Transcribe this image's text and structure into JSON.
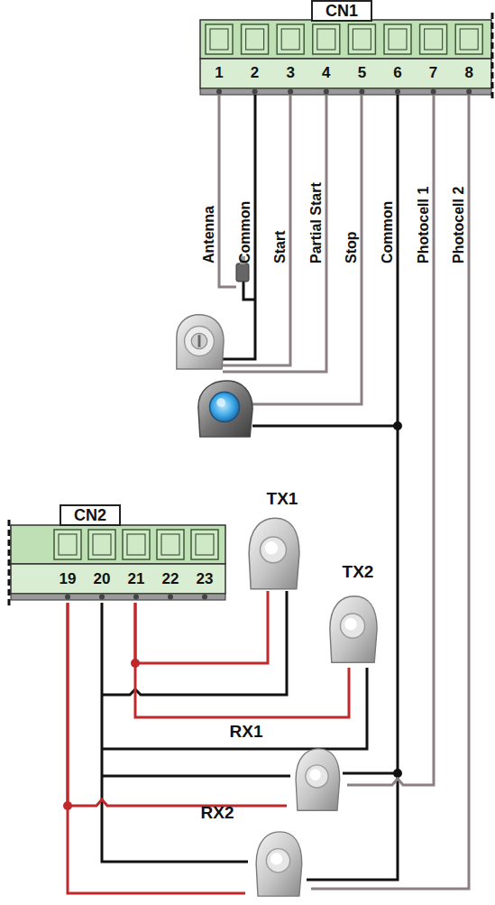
{
  "diagram": {
    "nodes": [
      {
        "text": [
          "CN1"
        ]
      },
      {
        "text": [
          "CN2"
        ]
      },
      {
        "text": [
          "TX1"
        ]
      },
      {
        "text": [
          "TX2"
        ]
      },
      {
        "text": [
          "RX1"
        ]
      },
      {
        "text": [
          "RX2"
        ]
      }
    ],
    "edges": [
      {
        "from": 0,
        "to": 4,
        "arrow": "none"
      },
      {
        "from": 0,
        "to": 5,
        "arrow": "none"
      },
      {
        "from": 1,
        "to": 2,
        "arrow": "none"
      },
      {
        "from": 1,
        "to": 3,
        "arrow": "none"
      },
      {
        "from": 1,
        "to": 4,
        "arrow": "none"
      },
      {
        "from": 1,
        "to": 5,
        "arrow": "none"
      }
    ],
    "labels": [
      "1",
      "2",
      "3",
      "4",
      "5",
      "6",
      "7",
      "8",
      "Antenna",
      "Common",
      "Start",
      "Partial Start",
      "Stop",
      "Common",
      "Photocell 1",
      "Photocell 2",
      "19",
      "20",
      "21",
      "22",
      "23"
    ]
  }
}
